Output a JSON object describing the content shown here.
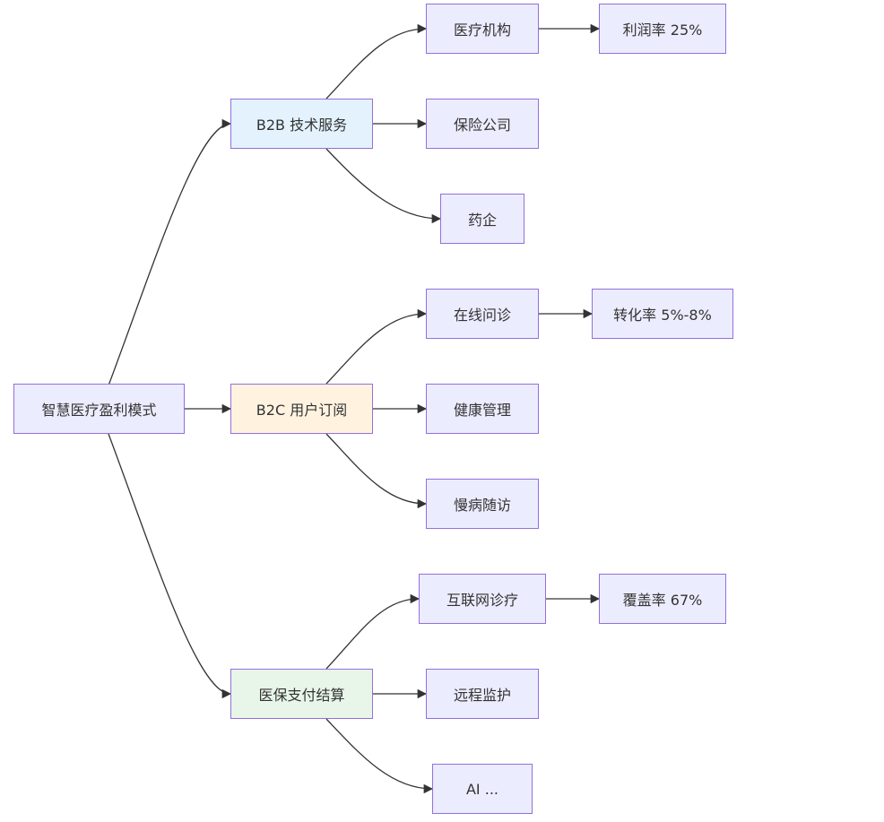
{
  "diagram": {
    "root": {
      "label": "智慧医疗盈利模式"
    },
    "b2b": {
      "label": "B2B 技术服务",
      "fill": "#E3F2FD",
      "children": {
        "hospital": "医疗机构",
        "insurance": "保险公司",
        "pharma": "药企"
      },
      "hospital_metric": "利润率 25%"
    },
    "b2c": {
      "label": "B2C 用户订阅",
      "fill": "#FFF3E0",
      "children": {
        "consult": "在线问诊",
        "health": "健康管理",
        "chronic": "慢病随访"
      },
      "consult_metric": "转化率 5%-8%"
    },
    "insurance_pay": {
      "label": "医保支付结算",
      "fill": "#E8F5E9",
      "children": {
        "internet": "互联网诊疗",
        "remote": "远程监护",
        "ai": "AI ..."
      },
      "internet_metric": "覆盖率 67%"
    },
    "colors": {
      "default_fill": "#ECECFF",
      "border": "#9370DB",
      "edge": "#333333",
      "text": "#333333"
    }
  }
}
